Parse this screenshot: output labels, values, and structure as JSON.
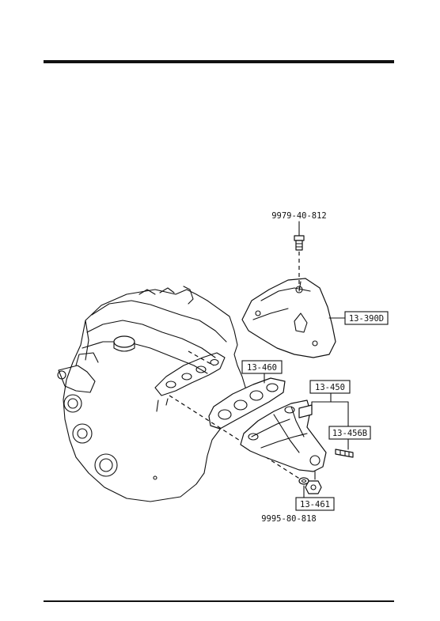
{
  "callouts": {
    "bolt_top": "9979-40-812",
    "heat_insulator": "13-390D",
    "manifold_gasket": "13-460",
    "exhaust_manifold": "13-450",
    "stud": "13-456B",
    "nut": "13-461",
    "washer": "9995-80-818"
  }
}
